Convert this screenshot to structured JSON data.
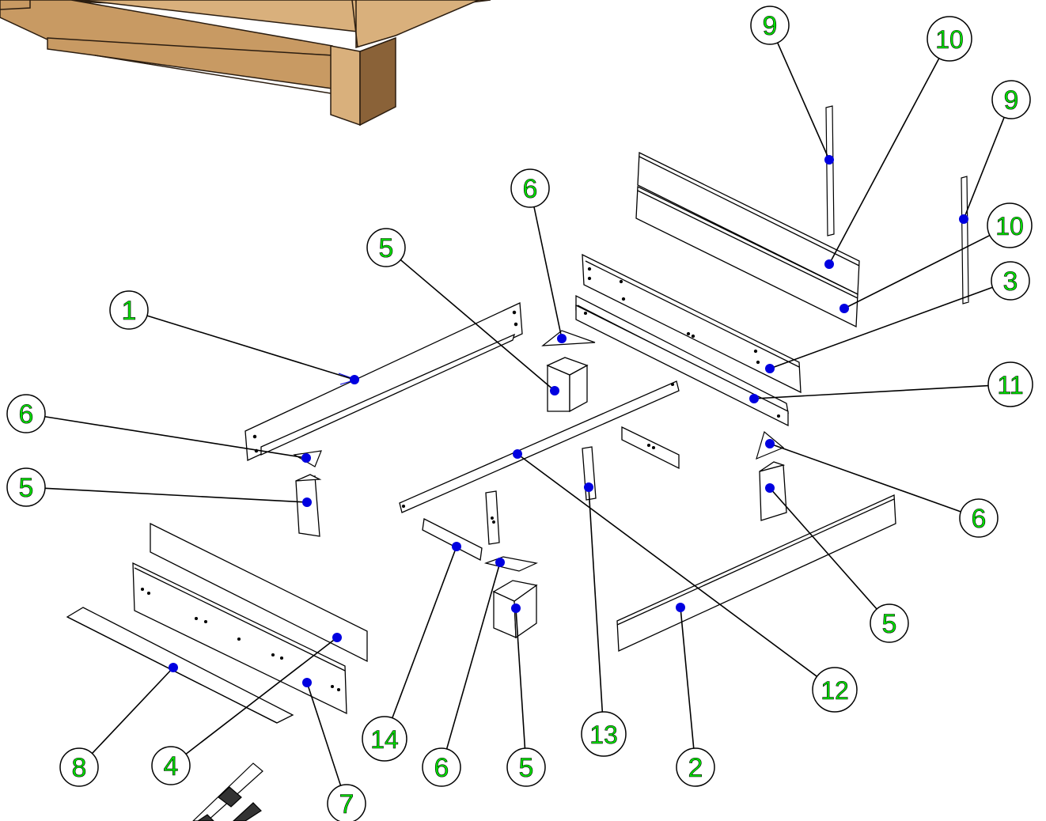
{
  "colors": {
    "callout_text": "#00e000",
    "callout_outline": "#000000",
    "dot": "#0000e0",
    "wood_light": "#d9b07c",
    "wood_mid": "#c89a63",
    "wood_dark": "#8a6238",
    "line": "#000000",
    "part_fill": "#ffffff"
  },
  "callouts": [
    {
      "label": "9"
    },
    {
      "label": "10"
    },
    {
      "label": "9"
    },
    {
      "label": "10"
    },
    {
      "label": "3"
    },
    {
      "label": "11"
    },
    {
      "label": "6"
    },
    {
      "label": "5"
    },
    {
      "label": "1"
    },
    {
      "label": "6"
    },
    {
      "label": "5"
    },
    {
      "label": "6"
    },
    {
      "label": "5"
    },
    {
      "label": "12"
    },
    {
      "label": "2"
    },
    {
      "label": "13"
    },
    {
      "label": "5"
    },
    {
      "label": "6"
    },
    {
      "label": "14"
    },
    {
      "label": "7"
    },
    {
      "label": "4"
    },
    {
      "label": "8"
    }
  ]
}
